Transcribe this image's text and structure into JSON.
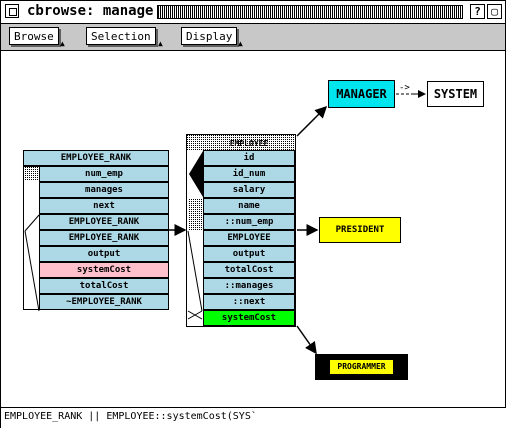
{
  "window": {
    "title": "cbrowse: manage",
    "help_btn": "?",
    "max_btn": "▢"
  },
  "menubar": {
    "browse": "Browse",
    "selection": "Selection",
    "display": "Display",
    "arrow": "▲"
  },
  "graph": {
    "manager": "MANAGER",
    "edge_label": "->",
    "system": "SYSTEM",
    "president": "PRESIDENT",
    "programmer": "PROGRAMMER",
    "left_class": {
      "title": "EMPLOYEE_RANK",
      "members": [
        "num_emp",
        "manages",
        "next",
        "EMPLOYEE_RANK",
        "EMPLOYEE_RANK",
        "output",
        "systemCost",
        "totalCost",
        "~EMPLOYEE_RANK"
      ]
    },
    "right_class": {
      "title": "EMPLOYEE",
      "members": [
        "id",
        "id_num",
        "salary",
        "name",
        "::num_emp",
        "EMPLOYEE",
        "output",
        "totalCost",
        "::manages",
        "::next",
        "systemCost"
      ]
    }
  },
  "colors": {
    "cell": "#add8e6",
    "highlight_pink": "#ffc0cb",
    "highlight_green": "#00ff00",
    "manager": "#00e5ee",
    "president": "#ffff00",
    "programmer_bg": "#000000"
  },
  "status": {
    "text": "EMPLOYEE_RANK || EMPLOYEE::systemCost(SYS`"
  }
}
